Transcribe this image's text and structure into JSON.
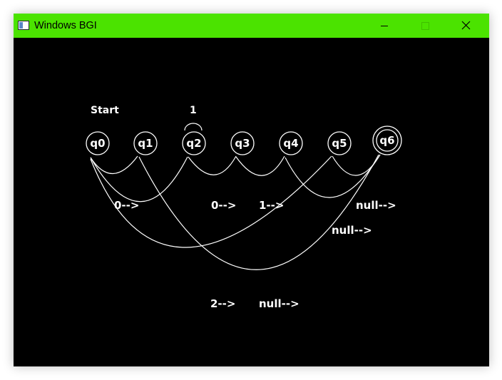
{
  "window": {
    "title": "Windows BGI",
    "titlebar_color": "#4be300",
    "background_color": "#000000",
    "controls": [
      "minimize-icon",
      "maximize-icon",
      "close-icon"
    ]
  },
  "diagram": {
    "start_label": "Start",
    "loop_label": "1",
    "states": [
      "q0",
      "q1",
      "q2",
      "q3",
      "q4",
      "q5",
      "q6"
    ],
    "final_state": "q6",
    "edge_labels": {
      "q0_q2": "0-->",
      "q2_q4": "0-->",
      "q3_q4": "1-->",
      "q5_q6": "null-->",
      "q4_q6": "null-->",
      "q0_q5": "2-->",
      "q1_q6": "null-->"
    }
  }
}
